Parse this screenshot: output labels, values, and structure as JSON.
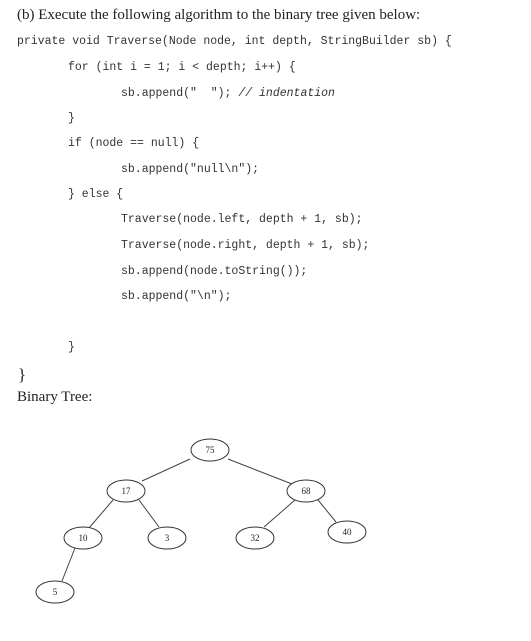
{
  "heading": "(b) Execute the following algorithm to the binary tree given below:",
  "code": {
    "signature": "private void Traverse(Node node, int depth, StringBuilder sb) {",
    "for_line": "for (int i = 1; i < depth; i++) {",
    "append_indent": "sb.append(\"  \"); ",
    "append_indent_comment": "// indentation",
    "close1": "}",
    "if_line": "if (node == null) {",
    "append_null": "sb.append(\"null\\n\");",
    "else_line": "} else {",
    "traverse_left": "Traverse(node.left, depth + 1, sb);",
    "traverse_right": "Traverse(node.right, depth + 1, sb);",
    "append_tostring": "sb.append(node.toString());",
    "append_newline": "sb.append(\"\\n\");",
    "close2": "}",
    "close_method": "}"
  },
  "tree_label": "Binary Tree:",
  "tree": {
    "root": "75",
    "n17": "17",
    "n68": "68",
    "n10": "10",
    "n3": "3",
    "n32": "32",
    "n40": "40",
    "n5": "5"
  }
}
